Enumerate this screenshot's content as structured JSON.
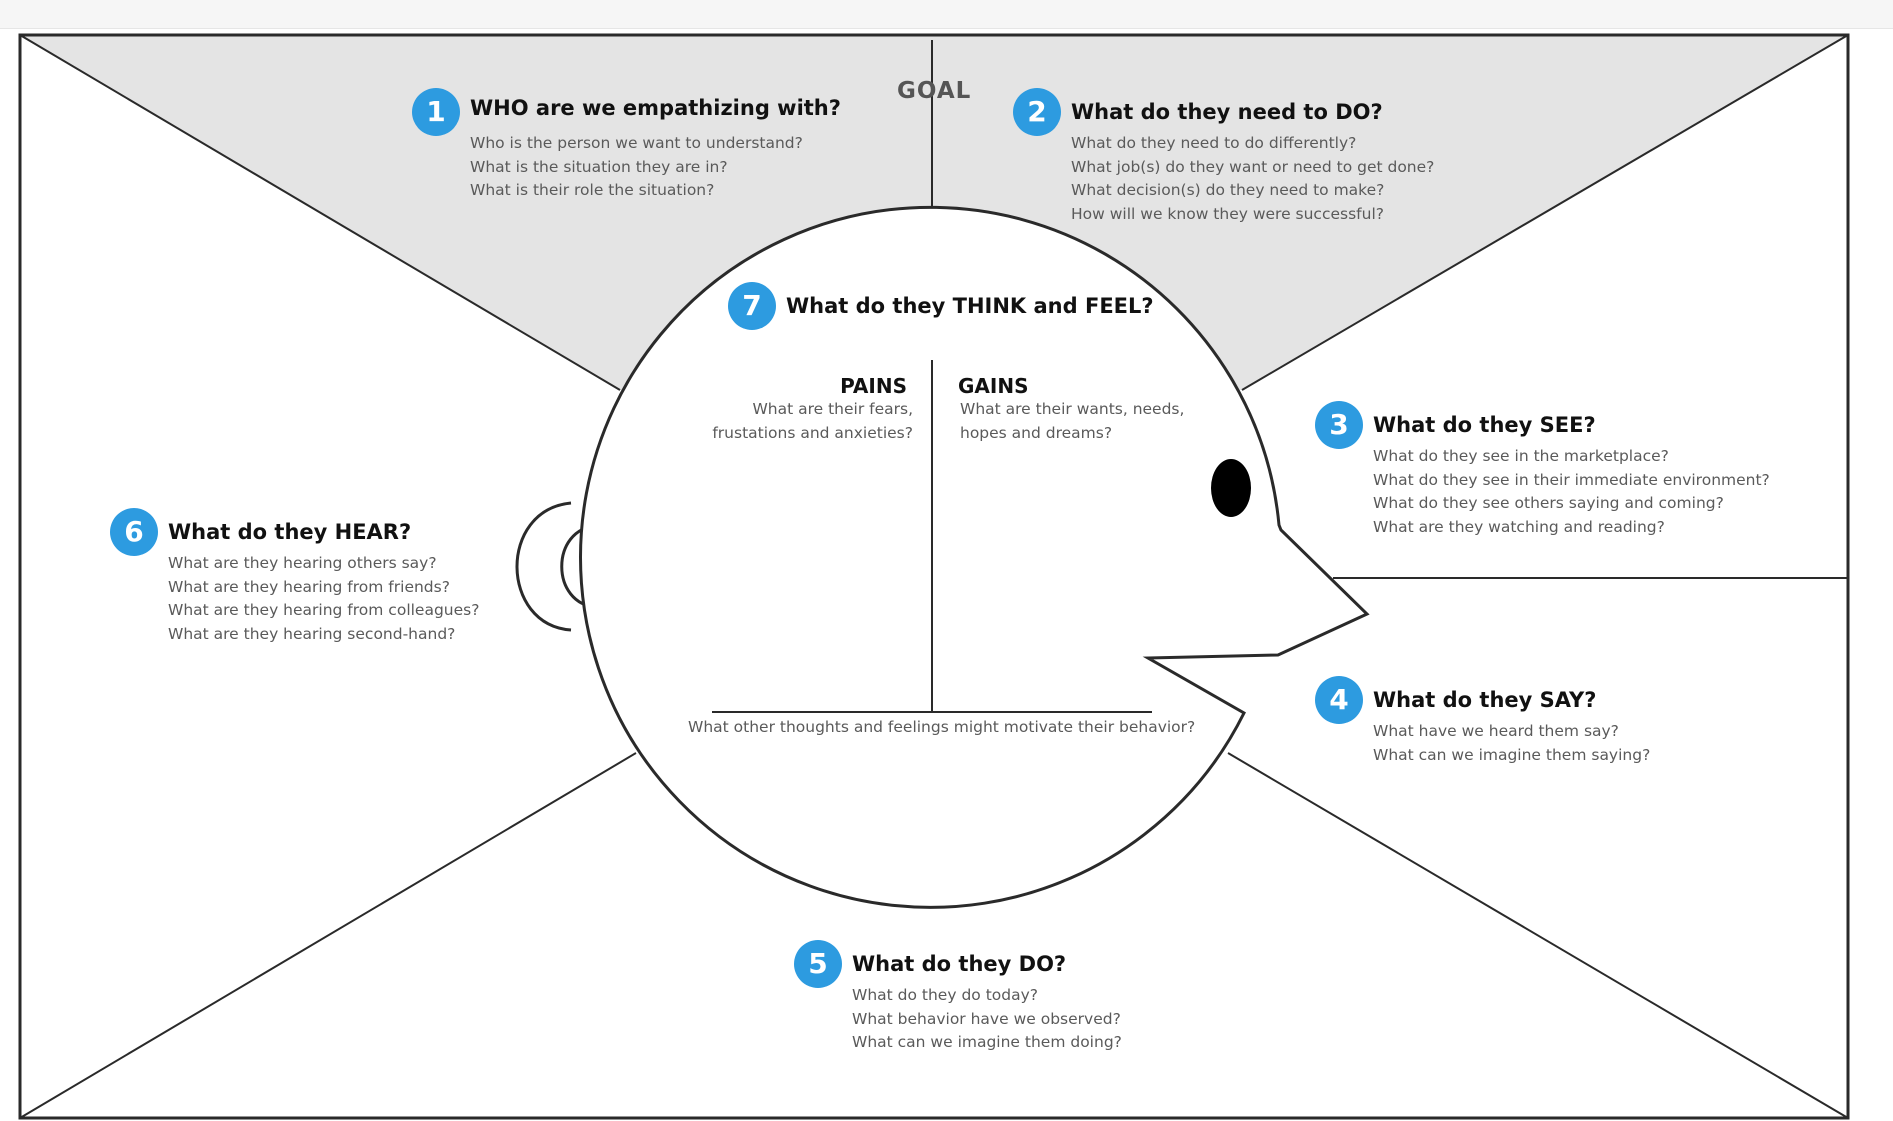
{
  "goal_label": "GOAL",
  "sections": {
    "who": {
      "number": "1",
      "title": "WHO are we empathizing with?",
      "questions": [
        "Who is the person we want to understand?",
        "What is the situation they are in?",
        "What is their role the situation?"
      ]
    },
    "do_need": {
      "number": "2",
      "title": "What do they need to DO?",
      "questions": [
        "What do they need to do differently?",
        "What job(s) do they want or need to get done?",
        "What decision(s) do they need to make?",
        "How will we know they were successful?"
      ]
    },
    "see": {
      "number": "3",
      "title": "What do they SEE?",
      "questions": [
        "What do they see in the marketplace?",
        "What do they see in their immediate environment?",
        "What do they see others saying and coming?",
        "What are they watching and reading?"
      ]
    },
    "say": {
      "number": "4",
      "title": "What do they SAY?",
      "questions": [
        "What have we heard them say?",
        "What can we imagine them saying?"
      ]
    },
    "do": {
      "number": "5",
      "title": "What do they DO?",
      "questions": [
        "What do they do today?",
        "What behavior have we observed?",
        "What can we imagine them doing?"
      ]
    },
    "hear": {
      "number": "6",
      "title": "What do they HEAR?",
      "questions": [
        "What are they hearing others say?",
        "What are they hearing from friends?",
        "What are they hearing from colleagues?",
        "What are they hearing second-hand?"
      ]
    },
    "think_feel": {
      "number": "7",
      "title": "What do they THINK and FEEL?",
      "pains_label": "PAINS",
      "pains_text_1": "What are their fears,",
      "pains_text_2": "frustations and anxieties?",
      "gains_label": "GAINS",
      "gains_text_1": "What are their wants, needs,",
      "gains_text_2": "hopes and dreams?",
      "other_text": "What other thoughts and feelings might motivate their behavior?"
    }
  },
  "colors": {
    "badge": "#2d9be0",
    "goal_area": "#e4e4e4",
    "line": "#2a2a2a"
  }
}
